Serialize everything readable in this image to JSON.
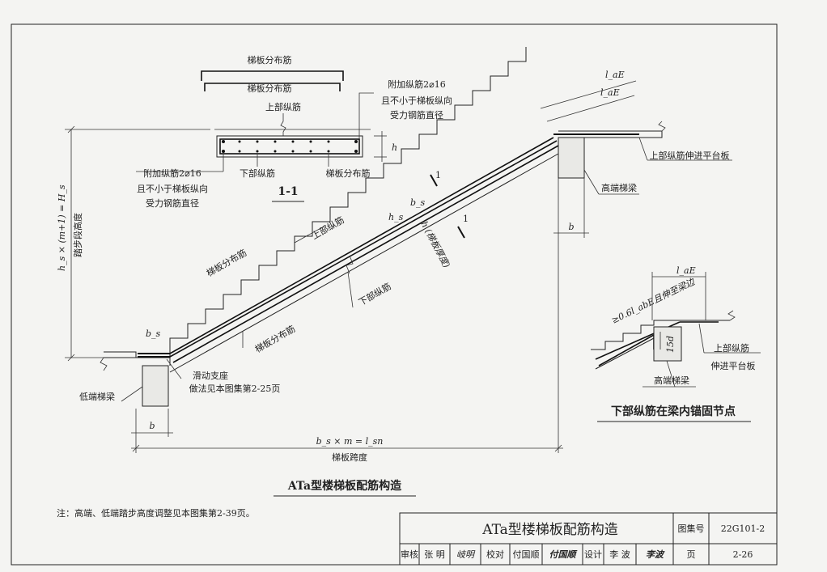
{
  "section_detail": {
    "top_label": "梯板分布筋",
    "inner_label": "梯板分布筋",
    "upper_bar": "上部纵筋",
    "lower_bar": "下部纵筋",
    "dist_bar": "梯板分布筋",
    "extra_right": [
      "附加纵筋2⌀16",
      "且不小于梯板纵向",
      "受力钢筋直径"
    ],
    "extra_left": [
      "附加纵筋2⌀16",
      "且不小于梯板纵向",
      "受力钢筋直径"
    ],
    "h": "h",
    "section_title": "1-1"
  },
  "main_detail": {
    "height_dim": "h_s × (m+1) = H_s",
    "height_sub": "踏步段高度",
    "upper_bar": "上部纵筋",
    "dist_bar_1": "梯板分布筋",
    "lower_bar": "下部纵筋",
    "dist_bar_2": "梯板分布筋",
    "thickness": "h (梯板厚度)",
    "hs": "h_s",
    "bs_mid": "b_s",
    "bs_low": "b_s",
    "section_mark": "1",
    "section_mark_2": "1",
    "laE_1": "l_aE",
    "laE_2": "l_aE",
    "upper_into_platform": "上部纵筋伸进平台板",
    "high_beam": "高端梯梁",
    "b_right": "b",
    "low_beam": "低端梯梁",
    "slide_support_1": "滑动支座",
    "slide_support_2": "做法见本图集第2-25页",
    "b_left": "b",
    "span_dim": "b_s × m = l_sn",
    "span_label": "梯板跨度",
    "main_title": "ATa型楼梯板配筋构造"
  },
  "anchor_detail": {
    "laE": "l_aE",
    "rule": "≥0.6l_abE且伸至梁边",
    "d15": "15d",
    "upper_1": "上部纵筋",
    "upper_2": "伸进平台板",
    "beam": "高端梯梁",
    "title": "下部纵筋在梁内锚固节点"
  },
  "note": "注：高端、低端踏步高度调整见本图集第2-39页。",
  "title_block": {
    "drawing_title": "ATa型楼梯板配筋构造",
    "atlas_label": "图集号",
    "atlas_no": "22G101-2",
    "review_label": "审核",
    "reviewer": "张 明",
    "reviewer_sig": "岐明",
    "check_label": "校对",
    "checker": "付国顺",
    "checker_sig": "付国顺",
    "design_label": "设计",
    "designer": "李 波",
    "designer_sig": "李波",
    "page_label": "页",
    "page_no": "2-26"
  }
}
